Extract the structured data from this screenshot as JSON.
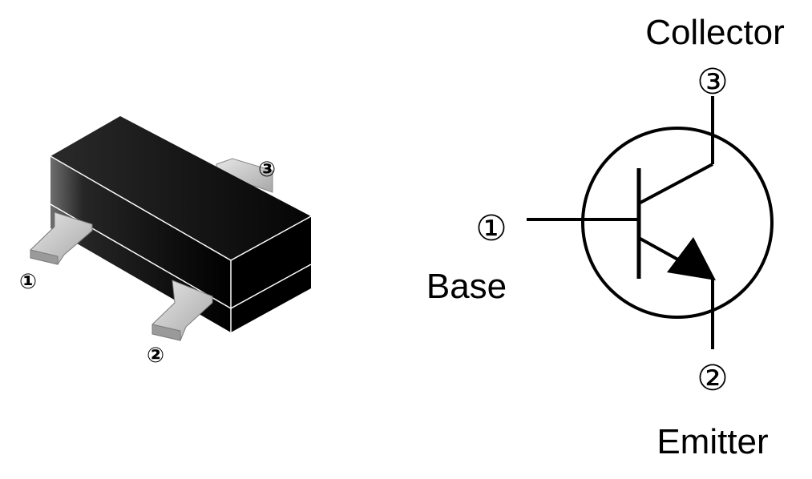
{
  "package": {
    "pin_markers": {
      "pin1": "①",
      "pin2": "②",
      "pin3": "③"
    }
  },
  "schematic": {
    "pins": {
      "base": {
        "marker": "①",
        "label": "Base"
      },
      "emitter": {
        "marker": "②",
        "label": "Emitter"
      },
      "collector": {
        "marker": "③",
        "label": "Collector"
      }
    }
  },
  "colors": {
    "background": "#ffffff",
    "body": "#000000",
    "lead": "#c8c8c8",
    "line": "#000000"
  }
}
